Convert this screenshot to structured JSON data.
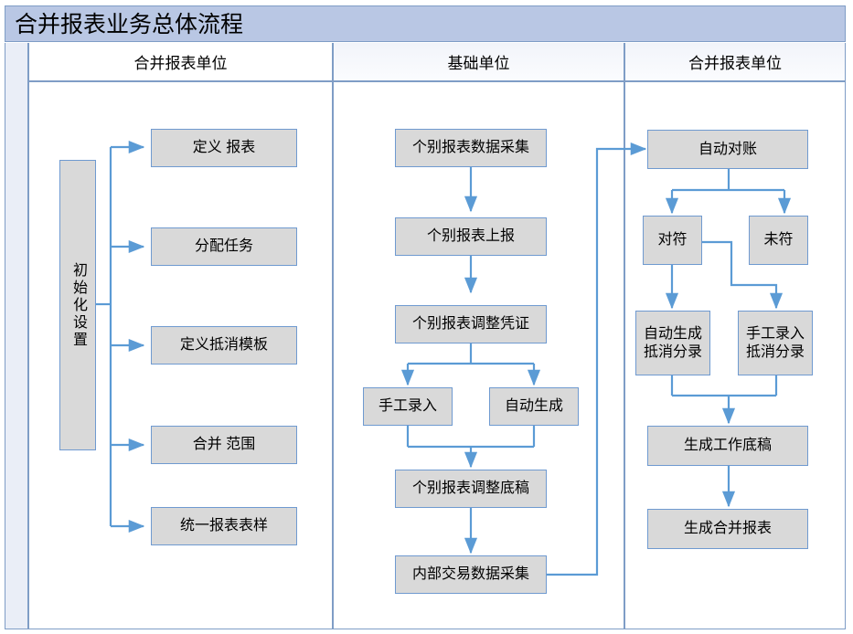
{
  "title": "合并报表业务总体流程",
  "lanes": [
    {
      "name": "lane-merge-unit-left",
      "label": "合并报表单位"
    },
    {
      "name": "lane-base-unit",
      "label": "基础单位"
    },
    {
      "name": "lane-merge-unit-right",
      "label": "合并报表单位"
    }
  ],
  "colors": {
    "title_fill": "#b9c7e4",
    "border": "#7f9dc6",
    "node_fill": "#d9d9d9",
    "node_border": "#6f9ad0",
    "connector": "#5b9bd5",
    "gutter_fill": "#eaeef7"
  },
  "nodes": {
    "init_setup": "初始化设置",
    "define_report": "定义 报表",
    "assign_task": "分配任务",
    "define_offset_tpl": "定义抵消模板",
    "merge_scope": "合并 范围",
    "unify_report_style": "统一报表表样",
    "indiv_report_collect": "个别报表数据采集",
    "indiv_report_submit": "个别报表上报",
    "indiv_report_voucher": "个别报表调整凭证",
    "manual_entry": "手工录入",
    "auto_generate": "自动生成",
    "indiv_report_draft": "个别报表调整底稿",
    "internal_trade_collect": "内部交易数据采集",
    "auto_reconcile": "自动对账",
    "matched": "对符",
    "unmatched": "未符",
    "auto_gen_offset_entry": "自动生成\n抵消分录",
    "manual_offset_entry": "手工录入\n抵消分录",
    "gen_worksheet": "生成工作底稿",
    "gen_merged_report": "生成合并报表"
  }
}
